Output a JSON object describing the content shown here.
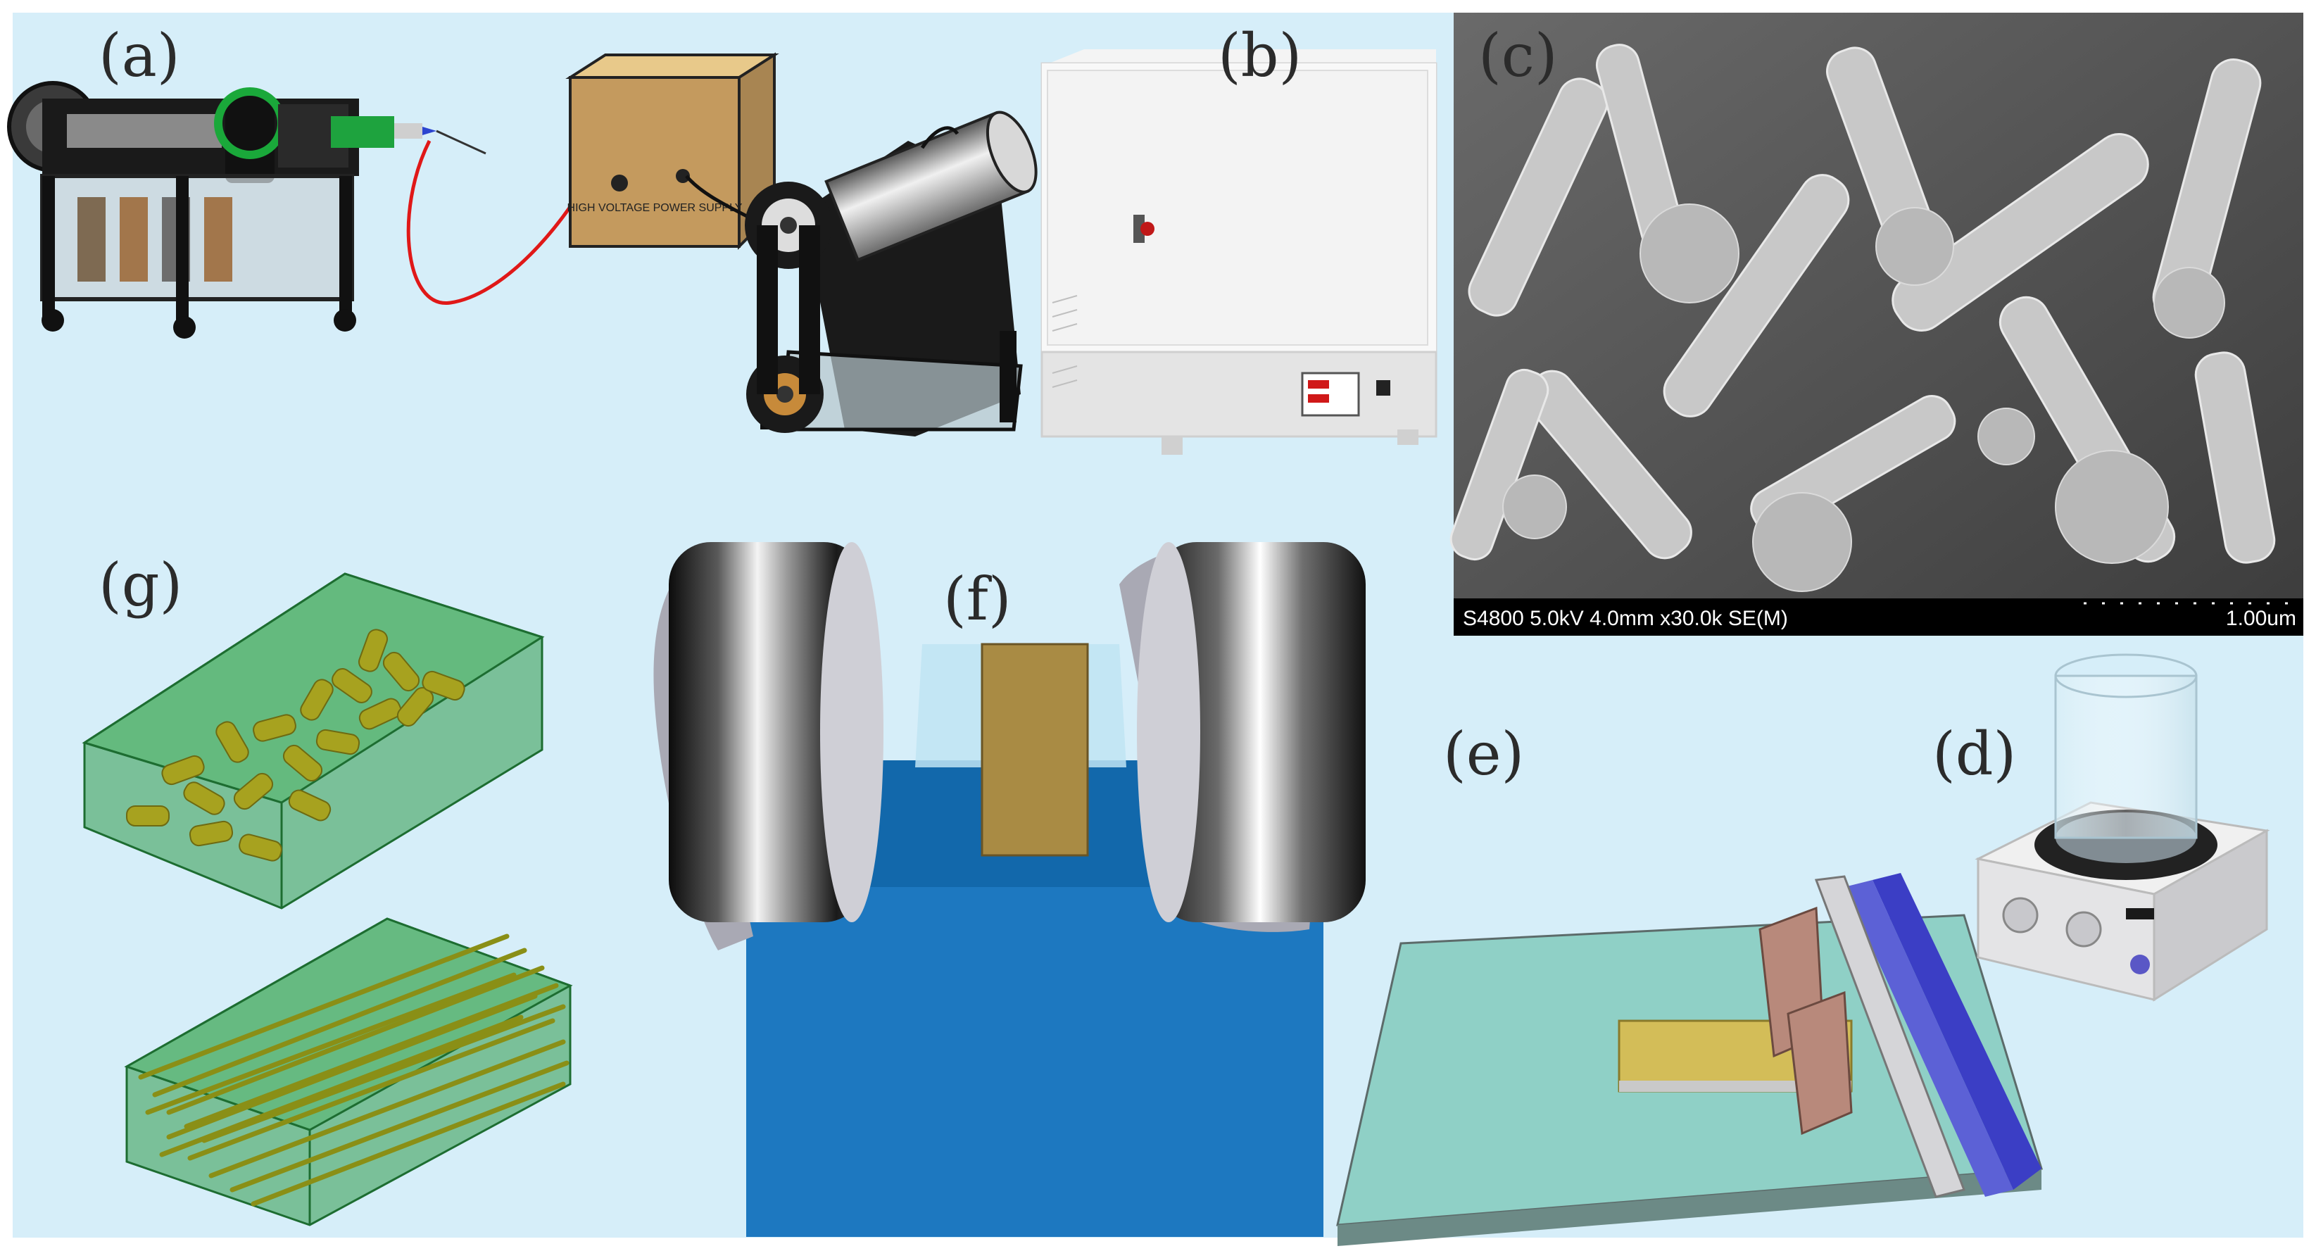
{
  "labels": {
    "a": "(a)",
    "b": "(b)",
    "c": "(c)",
    "d": "(d)",
    "e": "(e)",
    "f": "(f)",
    "g": "(g)"
  },
  "sem": {
    "info": "S4800 5.0kV 4.0mm x30.0k SE(M)",
    "scale": "1.00um"
  },
  "power_supply_label": "HIGH VOLTAGE POWER SUPPLY",
  "colors": {
    "background": "#d6eef9",
    "green_box": "#2f9a4a",
    "rod": "#a7a21f",
    "blue_block": "#1d78c0",
    "mold_plate": "#8fd0c6",
    "film": "#c8b25a",
    "wire": "#e01818",
    "roller": "#333333"
  }
}
